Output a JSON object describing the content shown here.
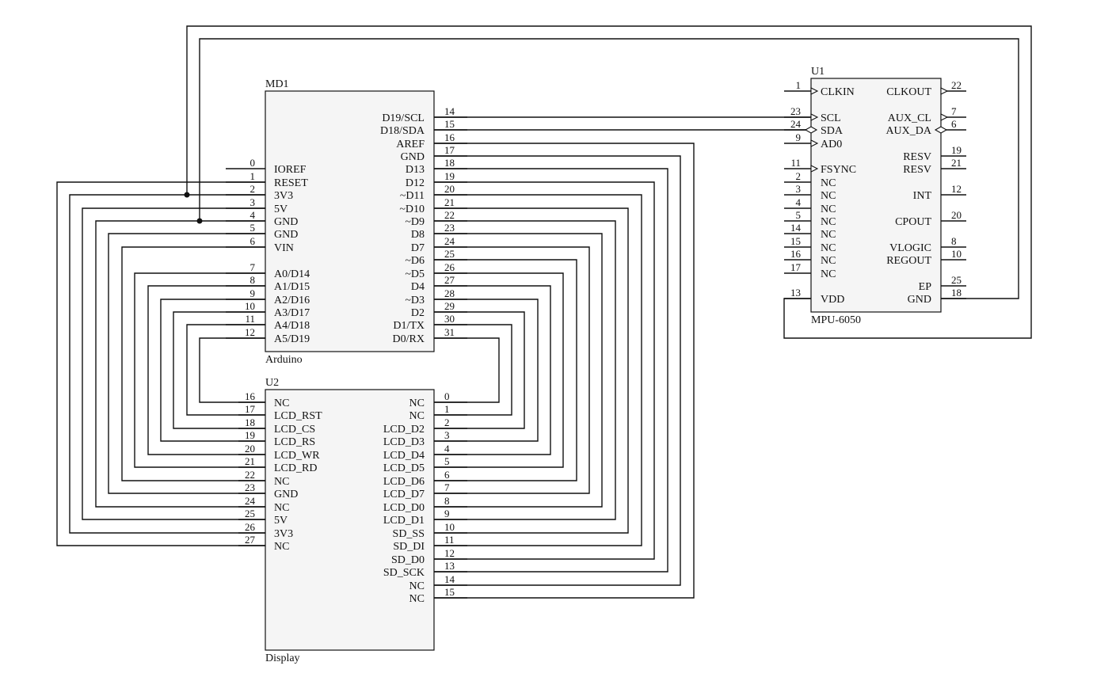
{
  "components": {
    "md1": {
      "ref": "MD1",
      "value": "Arduino",
      "left_pins": [
        {
          "num": "0",
          "name": "IOREF"
        },
        {
          "num": "1",
          "name": "RESET"
        },
        {
          "num": "2",
          "name": "3V3"
        },
        {
          "num": "3",
          "name": "5V"
        },
        {
          "num": "4",
          "name": "GND"
        },
        {
          "num": "5",
          "name": "GND"
        },
        {
          "num": "6",
          "name": "VIN"
        },
        {
          "num": "7",
          "name": "A0/D14"
        },
        {
          "num": "8",
          "name": "A1/D15"
        },
        {
          "num": "9",
          "name": "A2/D16"
        },
        {
          "num": "10",
          "name": "A3/D17"
        },
        {
          "num": "11",
          "name": "A4/D18"
        },
        {
          "num": "12",
          "name": "A5/D19"
        }
      ],
      "right_pins": [
        {
          "num": "14",
          "name": "D19/SCL"
        },
        {
          "num": "15",
          "name": "D18/SDA"
        },
        {
          "num": "16",
          "name": "AREF"
        },
        {
          "num": "17",
          "name": "GND"
        },
        {
          "num": "18",
          "name": "D13"
        },
        {
          "num": "19",
          "name": "D12"
        },
        {
          "num": "20",
          "name": "~D11"
        },
        {
          "num": "21",
          "name": "~D10"
        },
        {
          "num": "22",
          "name": "~D9"
        },
        {
          "num": "23",
          "name": "D8"
        },
        {
          "num": "24",
          "name": "D7"
        },
        {
          "num": "25",
          "name": "~D6"
        },
        {
          "num": "26",
          "name": "~D5"
        },
        {
          "num": "27",
          "name": "D4"
        },
        {
          "num": "28",
          "name": "~D3"
        },
        {
          "num": "29",
          "name": "D2"
        },
        {
          "num": "30",
          "name": "D1/TX"
        },
        {
          "num": "31",
          "name": "D0/RX"
        }
      ]
    },
    "u2": {
      "ref": "U2",
      "value": "Display",
      "left_pins": [
        {
          "num": "16",
          "name": "NC"
        },
        {
          "num": "17",
          "name": "LCD_RST"
        },
        {
          "num": "18",
          "name": "LCD_CS"
        },
        {
          "num": "19",
          "name": "LCD_RS"
        },
        {
          "num": "20",
          "name": "LCD_WR"
        },
        {
          "num": "21",
          "name": "LCD_RD"
        },
        {
          "num": "22",
          "name": "NC"
        },
        {
          "num": "23",
          "name": "GND"
        },
        {
          "num": "24",
          "name": "NC"
        },
        {
          "num": "25",
          "name": "5V"
        },
        {
          "num": "26",
          "name": "3V3"
        },
        {
          "num": "27",
          "name": "NC"
        }
      ],
      "right_pins": [
        {
          "num": "0",
          "name": "NC"
        },
        {
          "num": "1",
          "name": "NC"
        },
        {
          "num": "2",
          "name": "LCD_D2"
        },
        {
          "num": "3",
          "name": "LCD_D3"
        },
        {
          "num": "4",
          "name": "LCD_D4"
        },
        {
          "num": "5",
          "name": "LCD_D5"
        },
        {
          "num": "6",
          "name": "LCD_D6"
        },
        {
          "num": "7",
          "name": "LCD_D7"
        },
        {
          "num": "8",
          "name": "LCD_D0"
        },
        {
          "num": "9",
          "name": "LCD_D1"
        },
        {
          "num": "10",
          "name": "SD_SS"
        },
        {
          "num": "11",
          "name": "SD_DI"
        },
        {
          "num": "12",
          "name": "SD_D0"
        },
        {
          "num": "13",
          "name": "SD_SCK"
        },
        {
          "num": "14",
          "name": "NC"
        },
        {
          "num": "15",
          "name": "NC"
        }
      ]
    },
    "u1": {
      "ref": "U1",
      "value": "MPU-6050",
      "left_pins": [
        {
          "num": "1",
          "name": "CLKIN",
          "kind": "in"
        },
        {
          "num": "23",
          "name": "SCL",
          "kind": "in"
        },
        {
          "num": "24",
          "name": "SDA",
          "kind": "bidir"
        },
        {
          "num": "9",
          "name": "AD0",
          "kind": "in"
        },
        {
          "num": "11",
          "name": "FSYNC",
          "kind": "in"
        },
        {
          "num": "2",
          "name": "NC"
        },
        {
          "num": "3",
          "name": "NC"
        },
        {
          "num": "4",
          "name": "NC"
        },
        {
          "num": "5",
          "name": "NC"
        },
        {
          "num": "14",
          "name": "NC"
        },
        {
          "num": "15",
          "name": "NC"
        },
        {
          "num": "16",
          "name": "NC"
        },
        {
          "num": "17",
          "name": "NC"
        },
        {
          "num": "13",
          "name": "VDD"
        }
      ],
      "right_pins": [
        {
          "num": "22",
          "name": "CLKOUT",
          "kind": "out"
        },
        {
          "num": "7",
          "name": "AUX_CL",
          "kind": "out"
        },
        {
          "num": "6",
          "name": "AUX_DA",
          "kind": "bidir"
        },
        {
          "num": "19",
          "name": "RESV"
        },
        {
          "num": "21",
          "name": "RESV"
        },
        {
          "num": "12",
          "name": "INT"
        },
        {
          "num": "20",
          "name": "CPOUT"
        },
        {
          "num": "8",
          "name": "VLOGIC"
        },
        {
          "num": "10",
          "name": "REGOUT"
        },
        {
          "num": "25",
          "name": "EP"
        },
        {
          "num": "18",
          "name": "GND"
        }
      ]
    }
  }
}
